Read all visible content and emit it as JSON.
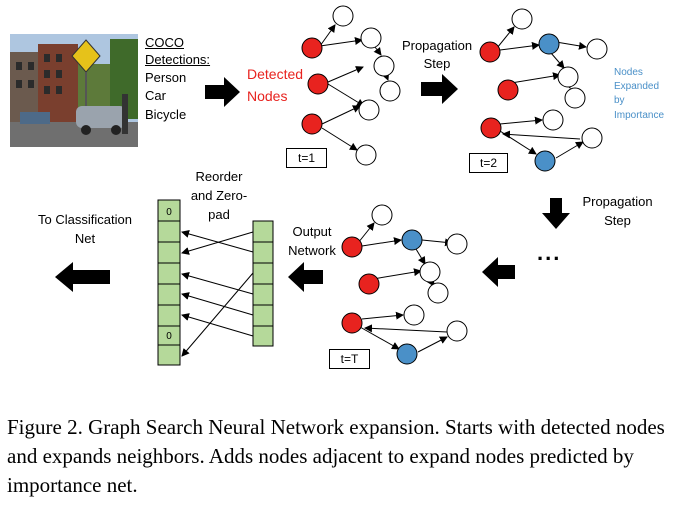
{
  "coco": {
    "title": "COCO",
    "subtitle": "Detections:",
    "items": [
      "Person",
      "Car",
      "Bicycle"
    ]
  },
  "labels": {
    "detected_line1": "Detected",
    "detected_line2": "Nodes",
    "prop1_line1": "Propagation",
    "prop1_line2": "Step",
    "expanded": [
      "Nodes",
      "Expanded",
      "by",
      "Importance"
    ],
    "prop2_line1": "Propagation",
    "prop2_line2": "Step",
    "ellipsis": "...",
    "output_line1": "Output",
    "output_line2": "Network",
    "reorder_line1": "Reorder",
    "reorder_line2": "and Zero-",
    "reorder_line3": "pad",
    "classnet_line1": "To Classification",
    "classnet_line2": "Net",
    "t1": "t=1",
    "t2": "t=2",
    "tT": "t=T",
    "zero_top": "0",
    "zero_bottom": "0"
  },
  "caption": {
    "text": "Figure 2. Graph Search Neural Network expansion.  Starts with detected nodes and expands neighbors.  Adds nodes adjacent to expand nodes predicted by importance net."
  },
  "colors": {
    "detected": "#e8231f",
    "expanded": "#4a90c8",
    "vector_cell": "#b5d99a",
    "arrow": "#000000"
  }
}
